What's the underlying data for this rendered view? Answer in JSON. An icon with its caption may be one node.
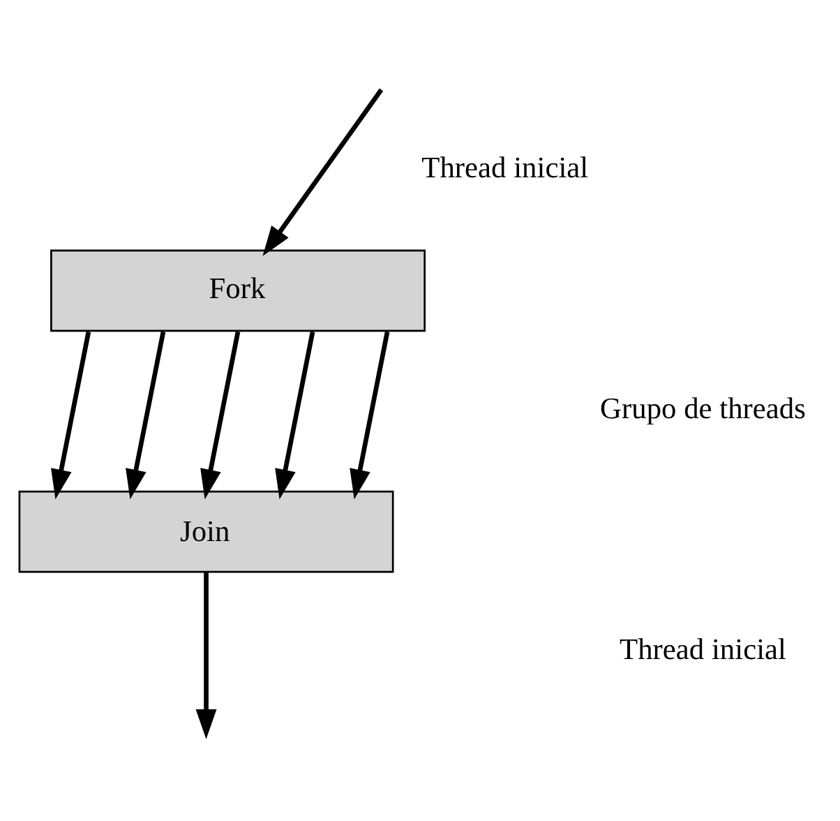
{
  "diagram": {
    "nodes": [
      {
        "text": [
          "Fork"
        ]
      },
      {
        "text": [
          "Join"
        ]
      }
    ],
    "edges": [
      {
        "from": null,
        "to": 0,
        "arrow": "to"
      },
      {
        "from": 0,
        "to": 1,
        "arrow": "to"
      },
      {
        "from": 0,
        "to": 1,
        "arrow": "to"
      },
      {
        "from": 0,
        "to": 1,
        "arrow": "to"
      },
      {
        "from": 0,
        "to": 1,
        "arrow": "to"
      },
      {
        "from": 0,
        "to": 1,
        "arrow": "to"
      },
      {
        "from": 1,
        "to": null,
        "arrow": "to"
      }
    ],
    "labels": [
      "Thread inicial",
      "Grupo de threads",
      "Thread inicial"
    ]
  }
}
